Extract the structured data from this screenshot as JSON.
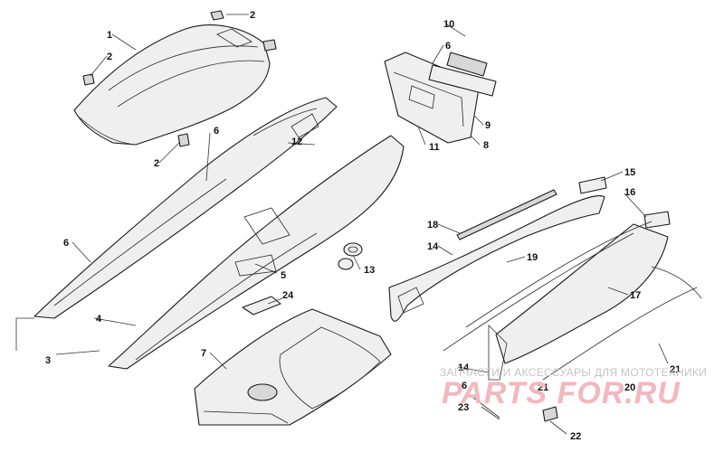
{
  "callouts": {
    "c1": "1",
    "c2a": "2",
    "c2b": "2",
    "c2c": "2",
    "c3": "3",
    "c4": "4",
    "c5": "5",
    "c6a": "6",
    "c6b": "6",
    "c6c": "6",
    "c6d": "6",
    "c7": "7",
    "c8": "8",
    "c9": "9",
    "c10": "10",
    "c11": "11",
    "c12": "12",
    "c13": "13",
    "c14a": "14",
    "c14b": "14",
    "c15": "15",
    "c16": "16",
    "c17": "17",
    "c18": "18",
    "c19": "19",
    "c20": "20",
    "c21a": "21",
    "c21b": "21",
    "c22": "22",
    "c23": "23",
    "c24": "24"
  },
  "watermark": {
    "subtitle": "ЗАПЧАСТИ И АКСЕССУАРЫ ДЛЯ МОТОТЕХНИКИ",
    "brand": "PARTS FOR.RU"
  },
  "colors": {
    "line": "#1a1a1a",
    "part_fill": "#efefef",
    "watermark_brand": "#f2b8bd",
    "watermark_text": "#c4c4c4"
  }
}
